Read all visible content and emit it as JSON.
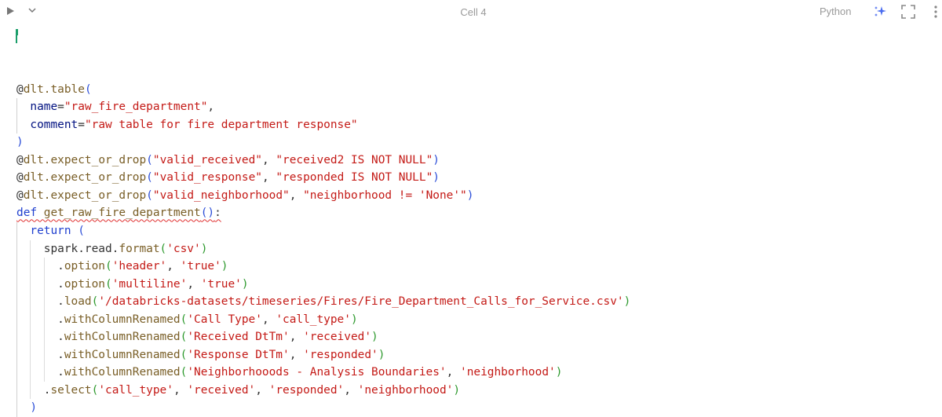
{
  "header": {
    "cell_title": "Cell 4",
    "language": "Python"
  },
  "colors": {
    "string": "#c41a16",
    "function": "#795e26",
    "keyword": "#1f3fcf",
    "bracket_outer": "#2d4fd8",
    "bracket_inner": "#2f9a2f",
    "param": "#001080"
  },
  "code_lines": [
    {
      "indent": 0,
      "tokens": [
        [
          "d",
          "@"
        ],
        [
          "f",
          "dlt.table"
        ],
        [
          "b",
          "("
        ]
      ]
    },
    {
      "indent": 1,
      "tokens": [
        [
          "v",
          "name"
        ],
        [
          "d",
          "="
        ],
        [
          "s",
          "\"raw_fire_department\""
        ],
        [
          "d",
          ","
        ]
      ]
    },
    {
      "indent": 1,
      "tokens": [
        [
          "v",
          "comment"
        ],
        [
          "d",
          "="
        ],
        [
          "s",
          "\"raw table for fire department response\""
        ]
      ]
    },
    {
      "indent": 0,
      "tokens": [
        [
          "b",
          ")"
        ]
      ]
    },
    {
      "indent": 0,
      "tokens": [
        [
          "d",
          "@"
        ],
        [
          "f",
          "dlt.expect_or_drop"
        ],
        [
          "b",
          "("
        ],
        [
          "s",
          "\"valid_received\""
        ],
        [
          "d",
          ", "
        ],
        [
          "s",
          "\"received2 IS NOT NULL\""
        ],
        [
          "b",
          ")"
        ]
      ]
    },
    {
      "indent": 0,
      "tokens": [
        [
          "d",
          "@"
        ],
        [
          "f",
          "dlt.expect_or_drop"
        ],
        [
          "b",
          "("
        ],
        [
          "s",
          "\"valid_response\""
        ],
        [
          "d",
          ", "
        ],
        [
          "s",
          "\"responded IS NOT NULL\""
        ],
        [
          "b",
          ")"
        ]
      ]
    },
    {
      "indent": 0,
      "tokens": [
        [
          "d",
          "@"
        ],
        [
          "f",
          "dlt.expect_or_drop"
        ],
        [
          "b",
          "("
        ],
        [
          "s",
          "\"valid_neighborhood\""
        ],
        [
          "d",
          ", "
        ],
        [
          "s",
          "\"neighborhood != 'None'\""
        ],
        [
          "b",
          ")"
        ]
      ]
    },
    {
      "indent": 0,
      "err": true,
      "tokens": [
        [
          "k",
          "def "
        ],
        [
          "f",
          "get_raw_fire_department"
        ],
        [
          "b",
          "()"
        ],
        [
          "d",
          ":"
        ]
      ]
    },
    {
      "indent": 1,
      "tokens": [
        [
          "k",
          "return "
        ],
        [
          "b",
          "("
        ]
      ]
    },
    {
      "indent": 2,
      "tokens": [
        [
          "d",
          "spark.read."
        ],
        [
          "f",
          "format"
        ],
        [
          "g",
          "("
        ],
        [
          "s",
          "'csv'"
        ],
        [
          "g",
          ")"
        ]
      ]
    },
    {
      "indent": 3,
      "tokens": [
        [
          "d",
          "."
        ],
        [
          "f",
          "option"
        ],
        [
          "g",
          "("
        ],
        [
          "s",
          "'header'"
        ],
        [
          "d",
          ", "
        ],
        [
          "s",
          "'true'"
        ],
        [
          "g",
          ")"
        ]
      ]
    },
    {
      "indent": 3,
      "tokens": [
        [
          "d",
          "."
        ],
        [
          "f",
          "option"
        ],
        [
          "g",
          "("
        ],
        [
          "s",
          "'multiline'"
        ],
        [
          "d",
          ", "
        ],
        [
          "s",
          "'true'"
        ],
        [
          "g",
          ")"
        ]
      ]
    },
    {
      "indent": 3,
      "tokens": [
        [
          "d",
          "."
        ],
        [
          "f",
          "load"
        ],
        [
          "g",
          "("
        ],
        [
          "s",
          "'/databricks-datasets/timeseries/Fires/Fire_Department_Calls_for_Service.csv'"
        ],
        [
          "g",
          ")"
        ]
      ]
    },
    {
      "indent": 3,
      "tokens": [
        [
          "d",
          "."
        ],
        [
          "f",
          "withColumnRenamed"
        ],
        [
          "g",
          "("
        ],
        [
          "s",
          "'Call Type'"
        ],
        [
          "d",
          ", "
        ],
        [
          "s",
          "'call_type'"
        ],
        [
          "g",
          ")"
        ]
      ]
    },
    {
      "indent": 3,
      "tokens": [
        [
          "d",
          "."
        ],
        [
          "f",
          "withColumnRenamed"
        ],
        [
          "g",
          "("
        ],
        [
          "s",
          "'Received DtTm'"
        ],
        [
          "d",
          ", "
        ],
        [
          "s",
          "'received'"
        ],
        [
          "g",
          ")"
        ]
      ]
    },
    {
      "indent": 3,
      "tokens": [
        [
          "d",
          "."
        ],
        [
          "f",
          "withColumnRenamed"
        ],
        [
          "g",
          "("
        ],
        [
          "s",
          "'Response DtTm'"
        ],
        [
          "d",
          ", "
        ],
        [
          "s",
          "'responded'"
        ],
        [
          "g",
          ")"
        ]
      ]
    },
    {
      "indent": 3,
      "tokens": [
        [
          "d",
          "."
        ],
        [
          "f",
          "withColumnRenamed"
        ],
        [
          "g",
          "("
        ],
        [
          "s",
          "'Neighborhooods - Analysis Boundaries'"
        ],
        [
          "d",
          ", "
        ],
        [
          "s",
          "'neighborhood'"
        ],
        [
          "g",
          ")"
        ]
      ]
    },
    {
      "indent": 2,
      "tokens": [
        [
          "d",
          "."
        ],
        [
          "f",
          "select"
        ],
        [
          "g",
          "("
        ],
        [
          "s",
          "'call_type'"
        ],
        [
          "d",
          ", "
        ],
        [
          "s",
          "'received'"
        ],
        [
          "d",
          ", "
        ],
        [
          "s",
          "'responded'"
        ],
        [
          "d",
          ", "
        ],
        [
          "s",
          "'neighborhood'"
        ],
        [
          "g",
          ")"
        ]
      ]
    },
    {
      "indent": 1,
      "tokens": [
        [
          "b",
          ")"
        ]
      ]
    }
  ]
}
